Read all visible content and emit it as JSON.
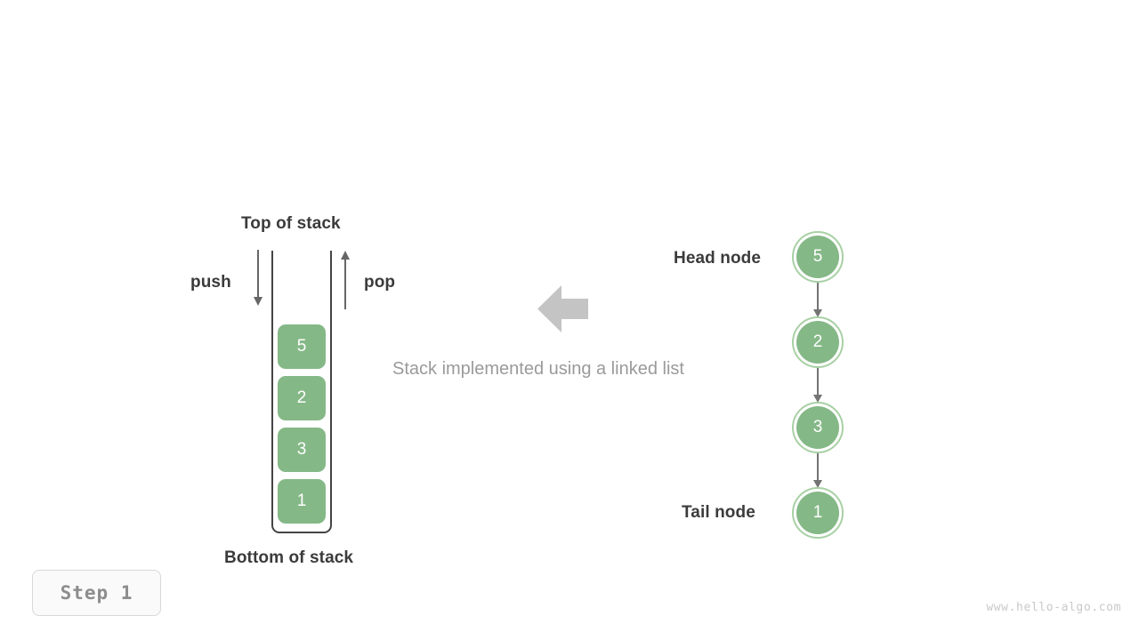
{
  "diagram": {
    "caption": "Stack implemented using a linked list",
    "watermark": "www.hello-algo.com",
    "step_badge": "Step 1",
    "colors": {
      "node_fill": "#85b887",
      "node_ring": "#a8d0a4",
      "arrow_gray": "#666666",
      "link_gray": "#747474",
      "caption_gray": "#9a9a9a",
      "label_dark": "#3b3b3b",
      "block_arrow": "#c4c4c4",
      "background": "#ffffff"
    }
  },
  "stack": {
    "top_label": "Top of stack",
    "bottom_label": "Bottom of stack",
    "push_label": "push",
    "pop_label": "pop",
    "cells": [
      {
        "value": "5"
      },
      {
        "value": "2"
      },
      {
        "value": "3"
      },
      {
        "value": "1"
      }
    ]
  },
  "linked_list": {
    "head_label": "Head node",
    "tail_label": "Tail node",
    "nodes": [
      {
        "value": "5"
      },
      {
        "value": "2"
      },
      {
        "value": "3"
      },
      {
        "value": "1"
      }
    ]
  },
  "icons": {
    "push_arrow": "arrow-down-icon",
    "pop_arrow": "arrow-up-icon",
    "transform_arrow": "arrow-left-block-icon",
    "link_arrow": "arrow-down-icon"
  }
}
